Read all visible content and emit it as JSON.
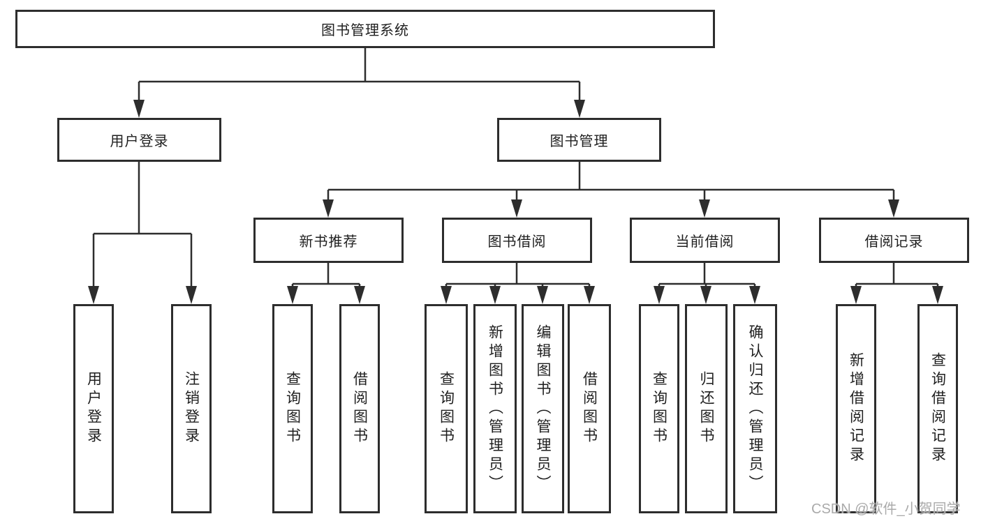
{
  "root": {
    "label": "图书管理系统"
  },
  "level2": [
    {
      "label": "用户登录"
    },
    {
      "label": "图书管理"
    }
  ],
  "level3": [
    {
      "label": "新书推荐"
    },
    {
      "label": "图书借阅"
    },
    {
      "label": "当前借阅"
    },
    {
      "label": "借阅记录"
    }
  ],
  "leaves": {
    "user_login": [
      "用户登录",
      "注销登录"
    ],
    "new_books": [
      "查询图书",
      "借阅图书"
    ],
    "book_borrow": [
      "查询图书",
      "新增图书（管理员）",
      "编辑图书（管理员）",
      "借阅图书"
    ],
    "current_borrow": [
      "查询图书",
      "归还图书",
      "确认归还（管理员）"
    ],
    "borrow_records": [
      "新增借阅记录",
      "查询借阅记录"
    ]
  },
  "watermark": "CSDN @软件_小贺同学",
  "colors": {
    "line": "#2d2d2d",
    "text": "#1f1f1f",
    "watermark": "#aaaaaa",
    "background": "#ffffff"
  }
}
